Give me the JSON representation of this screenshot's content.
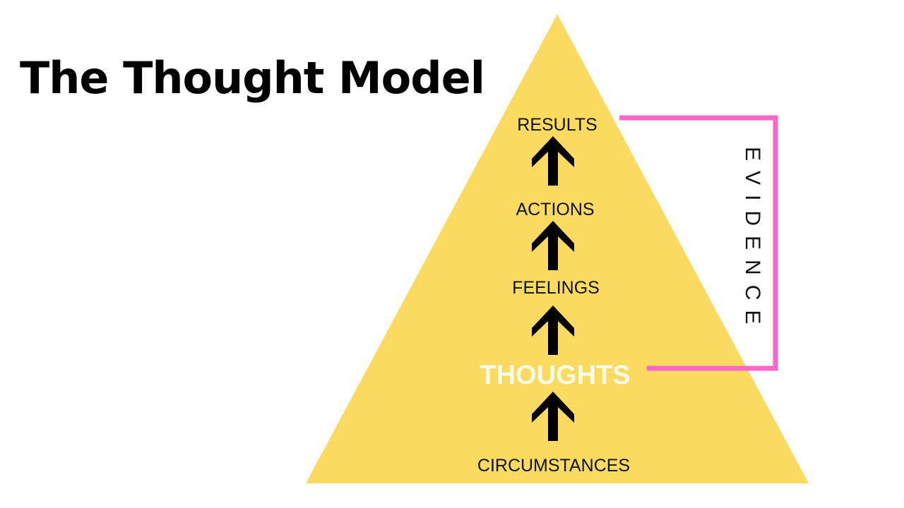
{
  "title": "The Thought Model",
  "levels": {
    "results": "RESULTS",
    "actions": "ACTIONS",
    "feelings": "FEELINGS",
    "thoughts": "THOUGHTS",
    "circumstances": "CIRCUMSTANCES"
  },
  "evidence_label": "EVIDENCE",
  "colors": {
    "triangle": "#FADB5F",
    "bracket": "#FB68C8",
    "text": "#111111",
    "thoughts_text": "#FFFBE8"
  }
}
